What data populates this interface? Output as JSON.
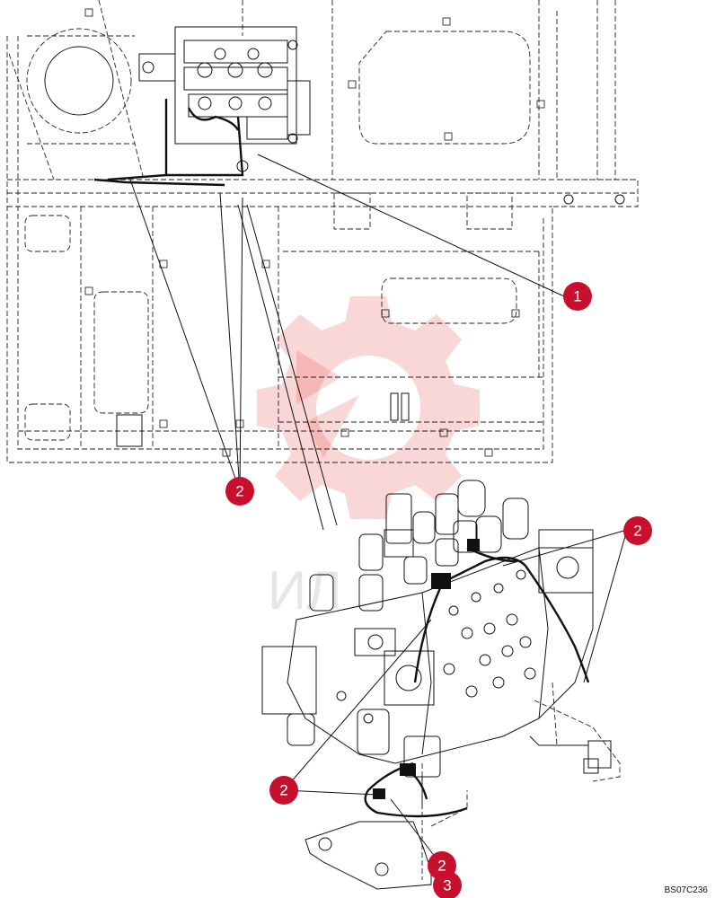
{
  "callouts": [
    {
      "id": "c1",
      "label": "1"
    },
    {
      "id": "c2a",
      "label": "2"
    },
    {
      "id": "c2b",
      "label": "2"
    },
    {
      "id": "c2c",
      "label": "2"
    },
    {
      "id": "c2d",
      "label": "2"
    },
    {
      "id": "c3",
      "label": "3"
    }
  ],
  "drawing_code": "BS07C236",
  "colors": {
    "callout": "#c8102e",
    "watermark": "#e84a4a",
    "line": "#111111"
  }
}
